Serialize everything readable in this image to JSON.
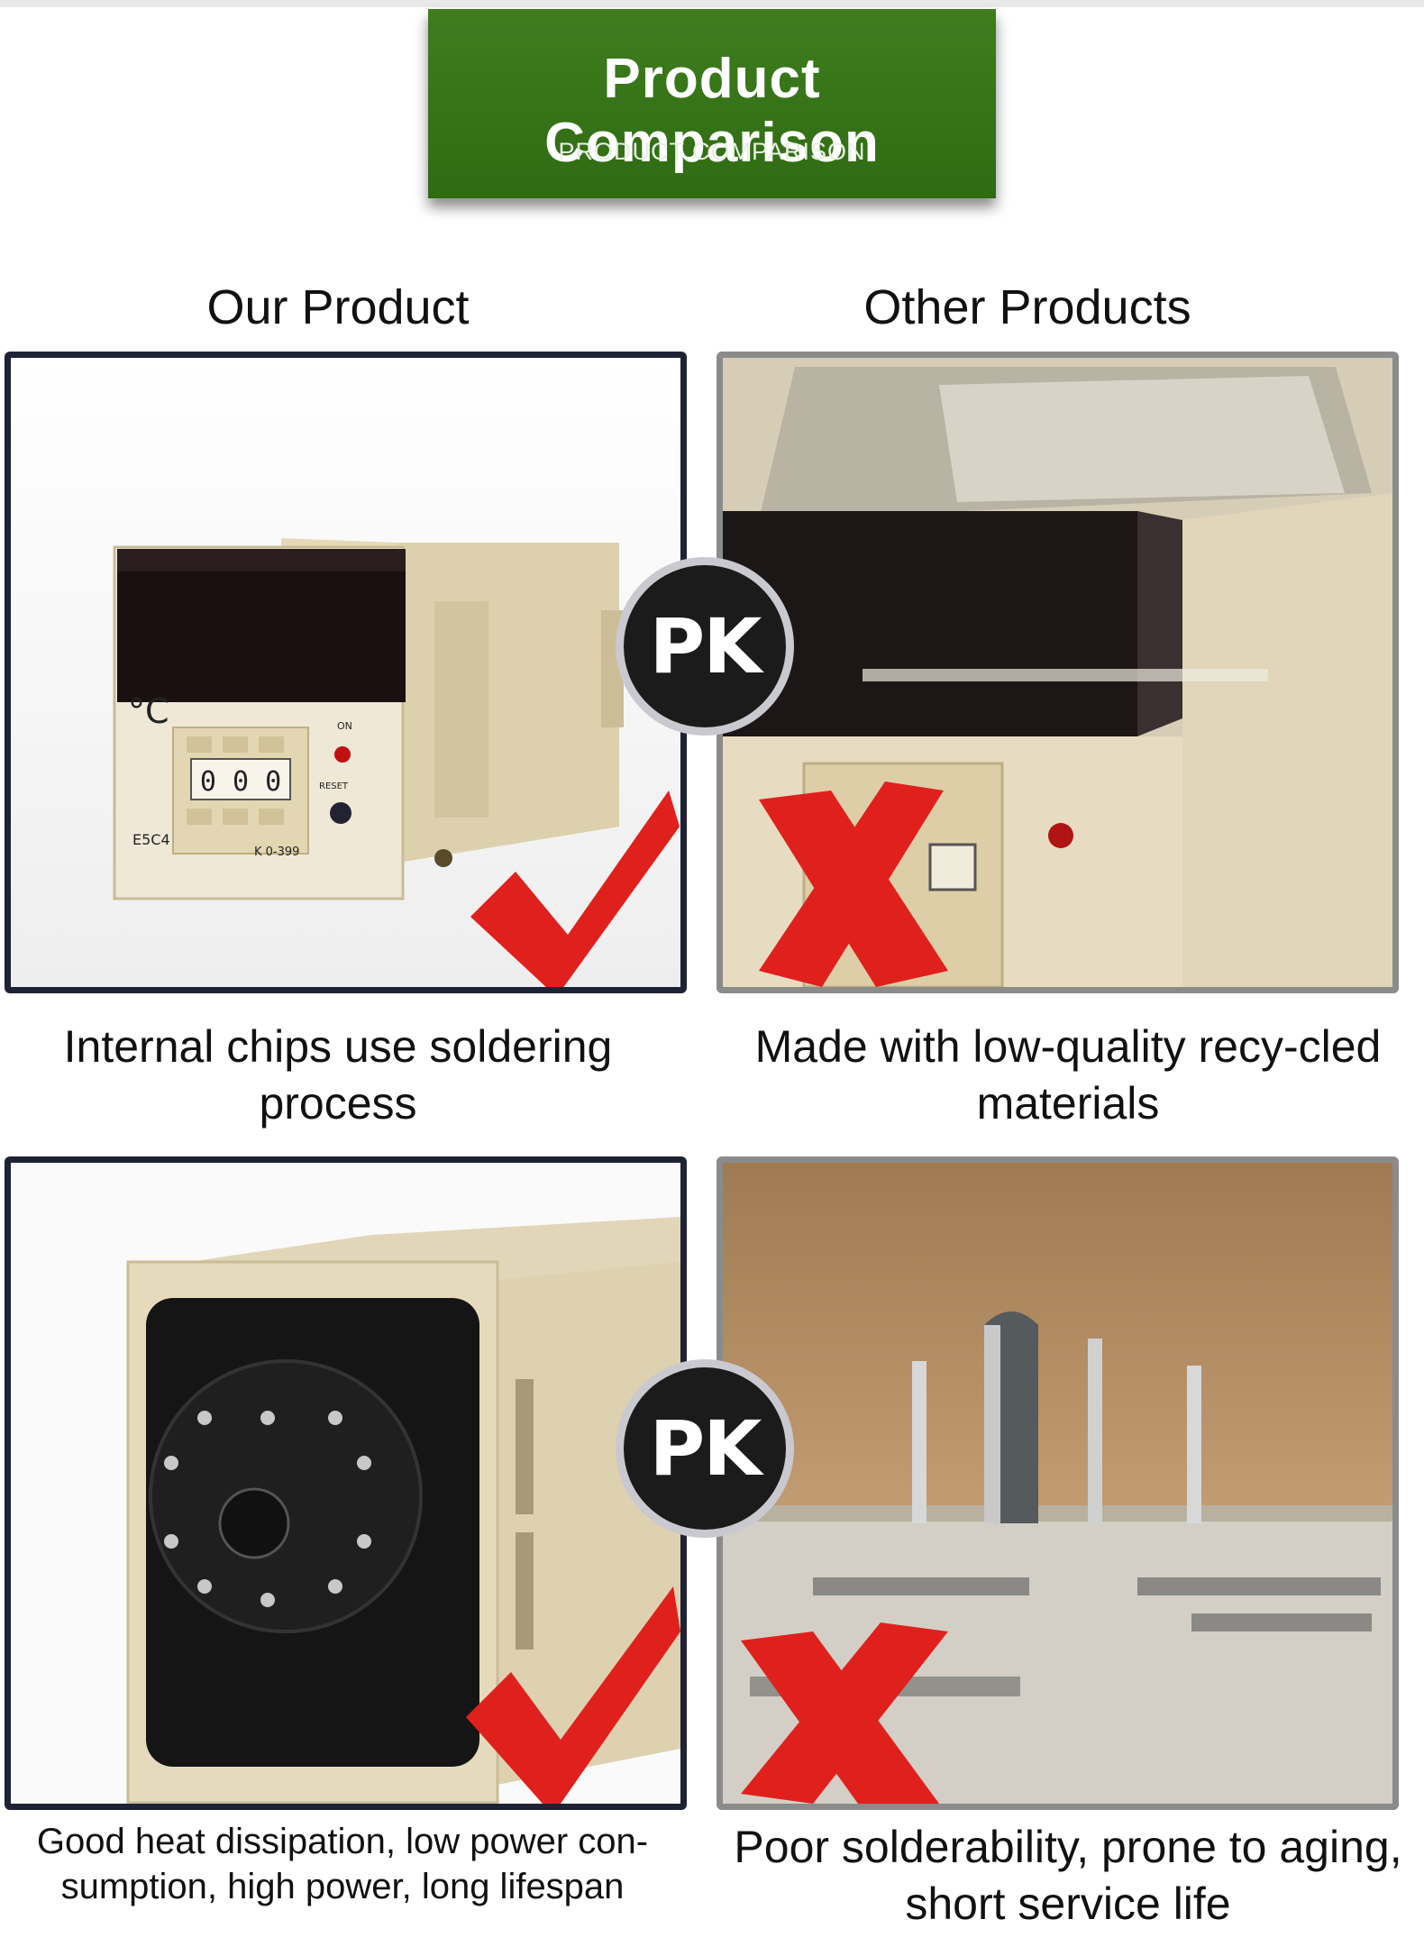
{
  "banner": {
    "title": "Product Comparison",
    "subtitle": "PRODUCT COMPARISON"
  },
  "columns": {
    "ours": "Our Product",
    "other": "Other Products"
  },
  "rows": [
    {
      "ours_caption": "Internal chips use soldering process",
      "other_caption": "Made with low-quality recy-cled materials",
      "pk_label": "PK"
    },
    {
      "ours_caption": "Good heat dissipation, low power con-sumption, high power, long lifespan",
      "other_caption": "Poor solderability, prone to aging, short service life",
      "pk_label": "PK"
    }
  ],
  "device_labels": {
    "unit": "°C",
    "model": "E5C4",
    "range": "K 0-399",
    "on": "ON",
    "reset": "RESET",
    "digits": "0 0 0"
  },
  "colors": {
    "banner_green": "#2f6b12",
    "check_red": "#e0201c",
    "cross_red": "#e0201c",
    "device_beige": "#e8dcbc"
  }
}
